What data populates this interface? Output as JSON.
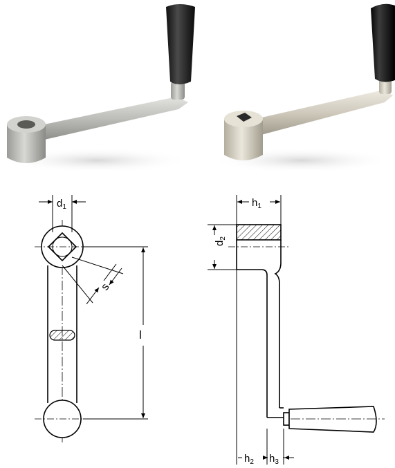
{
  "photos": [
    {
      "name": "photo-round-bore",
      "icon": "crank-handle-round-bore-photo"
    },
    {
      "name": "photo-square-bore",
      "icon": "crank-handle-square-bore-photo"
    }
  ],
  "labels": {
    "d1": "d",
    "d1_sub": "1",
    "d2": "d",
    "d2_sub": "2",
    "s": "s",
    "l": "l",
    "h1": "h",
    "h1_sub": "1",
    "h2": "h",
    "h2_sub": "2",
    "h3": "h",
    "h3_sub": "3"
  },
  "colors": {
    "line": "#000000",
    "hatch": "#000000",
    "handle_dark": "#1a1a1a",
    "metal": "#c9c9c6"
  }
}
